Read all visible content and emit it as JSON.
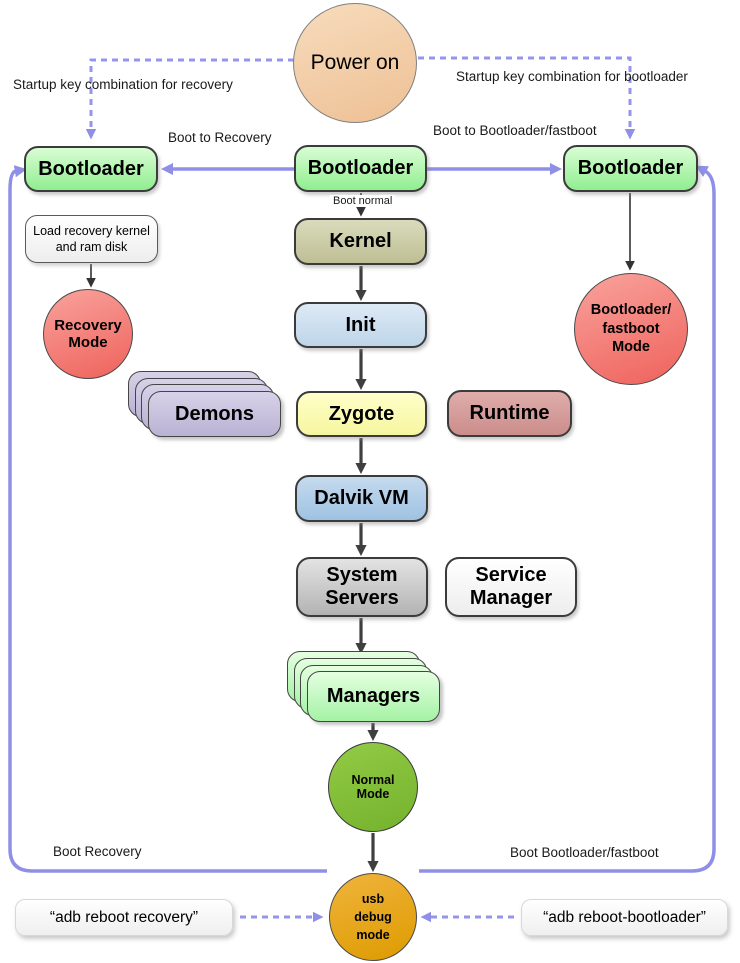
{
  "nodes": {
    "power_on": {
      "label": "Power on"
    },
    "bootloader_left": {
      "label": "Bootloader"
    },
    "bootloader_center": {
      "label": "Bootloader"
    },
    "bootloader_right": {
      "label": "Bootloader"
    },
    "load_recovery": {
      "label": "Load recovery kernel and ram disk"
    },
    "recovery_mode": {
      "label": "Recovery Mode"
    },
    "fastboot_mode": {
      "label": "Bootloader/ fastboot Mode"
    },
    "kernel": {
      "label": "Kernel"
    },
    "init": {
      "label": "Init"
    },
    "demons": {
      "label": "Demons"
    },
    "zygote": {
      "label": "Zygote"
    },
    "runtime": {
      "label": "Runtime"
    },
    "dalvik_vm": {
      "label": "Dalvik VM"
    },
    "system_servers": {
      "label": "System Servers"
    },
    "service_manager": {
      "label": "Service Manager"
    },
    "managers": {
      "label": "Managers"
    },
    "normal_mode": {
      "label": "Normal Mode"
    },
    "usb_debug_mode": {
      "label": "usb debug mode"
    },
    "adb_reboot_recovery": {
      "label": "“adb reboot recovery”"
    },
    "adb_reboot_bootloader": {
      "label": "“adb reboot-bootloader”"
    }
  },
  "edge_labels": {
    "startup_key_recovery": "Startup key combination for recovery",
    "startup_key_bootloader": "Startup key combination for bootloader",
    "boot_to_recovery": "Boot to Recovery",
    "boot_to_bootloader_fastboot": "Boot to Bootloader/fastboot",
    "boot_normal": "Boot normal",
    "boot_recovery": "Boot Recovery",
    "boot_bootloader_fastboot": "Boot Bootloader/fastboot"
  },
  "colors": {
    "loop_purple": "#8f8fe8",
    "chain_arrow": "#3f3f3f",
    "bootloader_green": "#90ee90",
    "kernel_olive": "#bebf94",
    "init_blue": "#bed5e9",
    "zygote_yellow": "#f6f6a0",
    "demons_lavender": "#b9b2d4",
    "runtime_rose": "#cb8d8b",
    "dalvik_blue": "#9fc2e2",
    "system_gray": "#b3b3b3",
    "managers_mint": "#a5f2a5",
    "mode_red": "#ef625c",
    "normal_green": "#74b22e",
    "usb_orange": "#dd9b00",
    "power_peach": "#eec095"
  }
}
